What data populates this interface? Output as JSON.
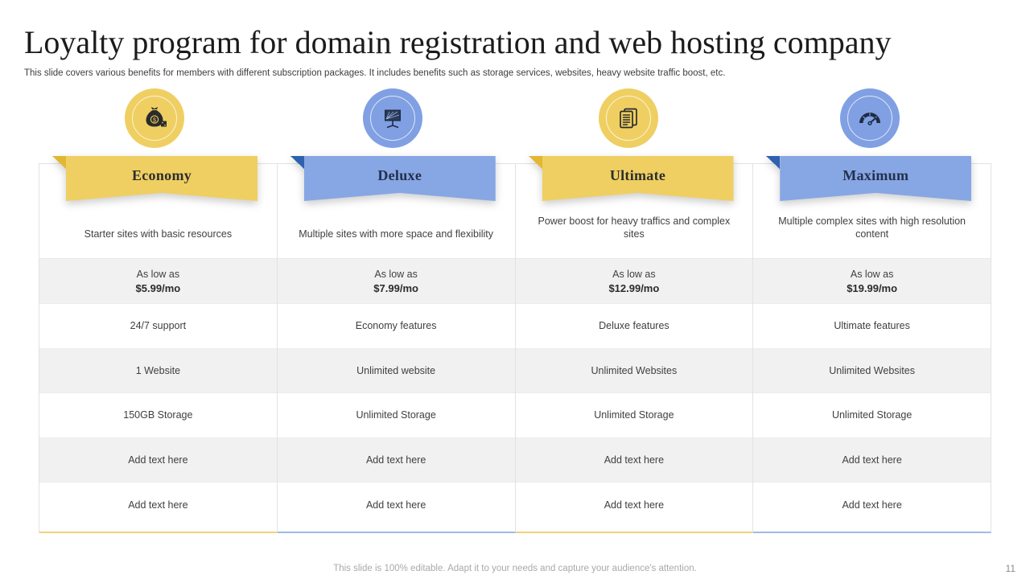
{
  "slide": {
    "title": "Loyalty program for domain registration and web hosting company",
    "subtitle": "This slide covers various benefits for members with different subscription packages. It includes benefits such as storage services, websites, heavy website traffic boost, etc.",
    "footer_note": "This slide is 100% editable. Adapt it to your needs and capture your audience's attention.",
    "page_number": "11"
  },
  "colors": {
    "yellow": "#EFCF62",
    "yellow_fold": "#E2B731",
    "yellow_accent": "#EFD27A",
    "blue": "#87A6E4",
    "blue_badge": "#80A0E3",
    "blue_fold": "#2E62B0",
    "blue_accent": "#9FBAEC",
    "zebra_row": "#F1F1F1",
    "border": "#E2E2E2",
    "text": "#3F3F3F"
  },
  "row_labels": [
    "description",
    "price",
    "feature_1",
    "feature_2",
    "feature_3",
    "feature_4",
    "feature_5"
  ],
  "price_prefix_label": "As low as",
  "plans": [
    {
      "name": "Economy",
      "theme": "yellow",
      "icon": "money-bag-icon",
      "description": "Starter sites with basic resources",
      "price_prefix": "As low as",
      "price": "$5.99/mo",
      "features": [
        "24/7 support",
        "1 Website",
        "150GB Storage",
        "Add text here",
        "Add text here"
      ]
    },
    {
      "name": "Deluxe",
      "theme": "blue",
      "icon": "presentation-board-icon",
      "description": "Multiple sites with more space and flexibility",
      "price_prefix": "As low as",
      "price": "$7.99/mo",
      "features": [
        "Economy features",
        "Unlimited website",
        "Unlimited Storage",
        "Add text here",
        "Add text here"
      ]
    },
    {
      "name": "Ultimate",
      "theme": "yellow",
      "icon": "documents-icon",
      "description": "Power boost for heavy traffics and complex sites",
      "price_prefix": "As low as",
      "price": "$12.99/mo",
      "features": [
        "Deluxe features",
        "Unlimited Websites",
        "Unlimited Storage",
        "Add text here",
        "Add text here"
      ]
    },
    {
      "name": "Maximum",
      "theme": "blue",
      "icon": "speedometer-icon",
      "description": "Multiple complex sites with high resolution content",
      "price_prefix": "As low as",
      "price": "$19.99/mo",
      "features": [
        "Ultimate features",
        "Unlimited Websites",
        "Unlimited Storage",
        "Add text here",
        "Add text here"
      ]
    }
  ]
}
